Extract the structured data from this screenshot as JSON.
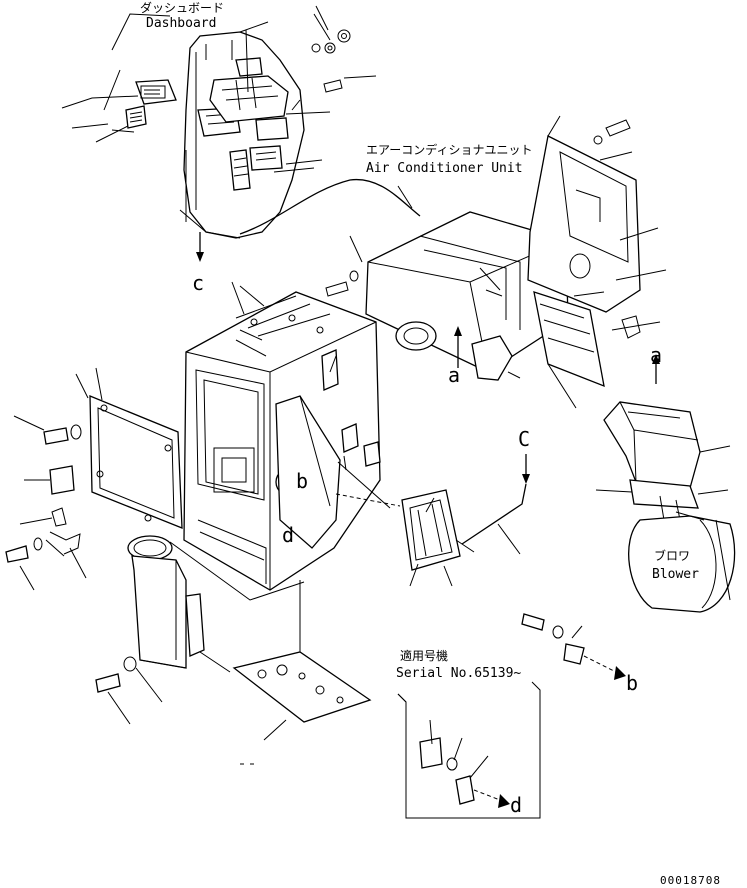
{
  "labels": {
    "dashboard_jp": "ダッシュボード",
    "dashboard_en": "Dashboard",
    "aircon_jp": "エアーコンディショナユニット",
    "aircon_en": "Air Conditioner Unit",
    "blower_jp": "ブロワ",
    "blower_en": "Blower",
    "serial_jp": "適用号機",
    "serial_en": "Serial No.65139~",
    "ref_c_top": "c",
    "ref_c_mid": "C",
    "ref_a_right": "a",
    "ref_a_unit": "a",
    "ref_b_cabinet": "b",
    "ref_d_cabinet": "d",
    "ref_b_bottom": "b",
    "ref_d_bottom": "d",
    "drawing_number": "00018708"
  }
}
